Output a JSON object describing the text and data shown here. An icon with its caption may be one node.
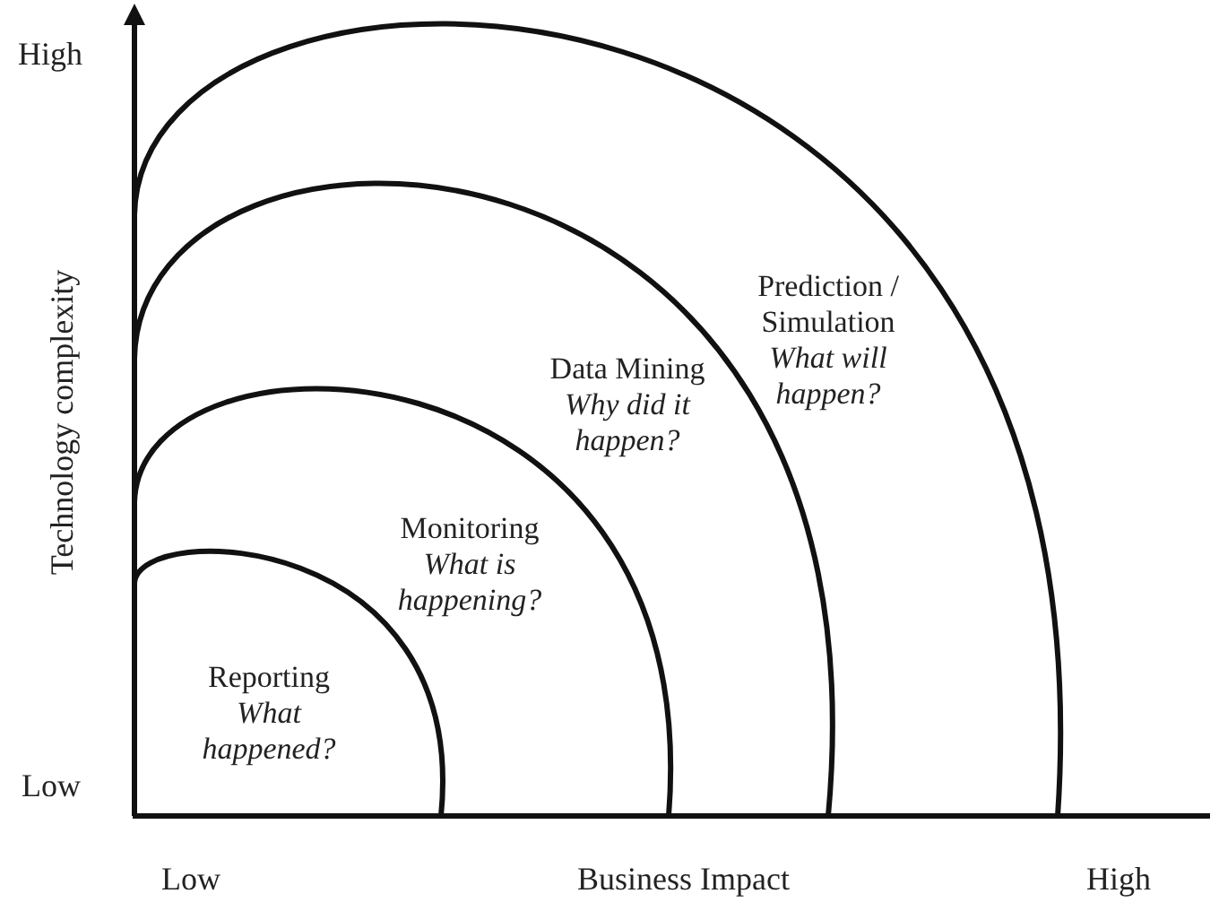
{
  "diagram": {
    "nodes": [
      {
        "text": [
          "Prediction / Simulation",
          "What will happen?"
        ]
      },
      {
        "text": [
          "Data Mining",
          "Why did it happen?"
        ]
      },
      {
        "text": [
          "Monitoring",
          "What is happening?"
        ]
      },
      {
        "text": [
          "Reporting",
          "What happened?"
        ]
      }
    ],
    "edges": [],
    "labels": [
      "High",
      "Technology complexity",
      "Low",
      "Low",
      "Business Impact",
      "High"
    ]
  }
}
